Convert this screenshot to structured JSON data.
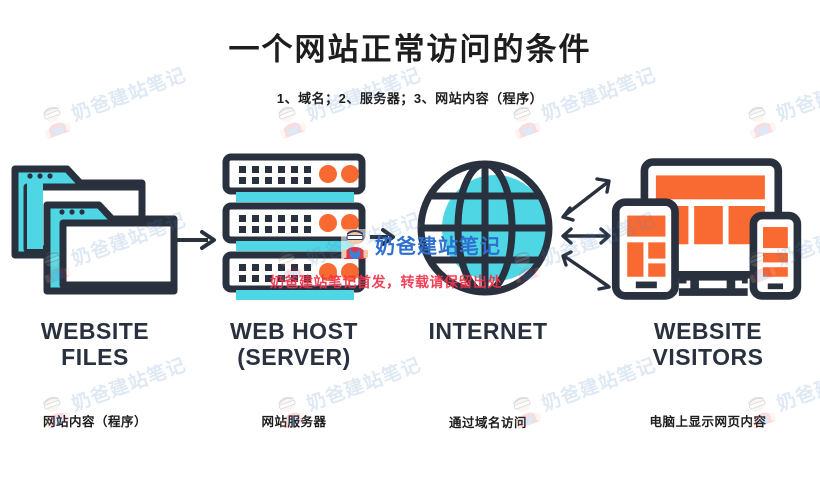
{
  "header": {
    "title": "一个网站正常访问的条件",
    "subtitle": "1、域名；2、服务器；3、网站内容（程序）"
  },
  "colors": {
    "cyan": "#4FD6E4",
    "orange": "#F96A32",
    "navy": "#29313F",
    "watermark_blue": "#4A7FBF",
    "notice_red": "#F0334A",
    "background": "#FFFFFF"
  },
  "columns": [
    {
      "key": "website-files",
      "icon": "stacked-folders-icon",
      "caption_en_line1": "WEBSITE",
      "caption_en_line2": "FILES",
      "caption_zh": "网站内容（程序）"
    },
    {
      "key": "web-host",
      "icon": "server-rack-icon",
      "caption_en_line1": "WEB HOST",
      "caption_en_line2": "(SERVER)",
      "caption_zh": "网站服务器"
    },
    {
      "key": "internet",
      "icon": "globe-icon",
      "caption_en_line1": "INTERNET",
      "caption_en_line2": "",
      "caption_zh": "通过域名访问"
    },
    {
      "key": "website-visitors",
      "icon": "devices-icon",
      "caption_en_line1": "WEBSITE",
      "caption_en_line2": "VISITORS",
      "caption_zh": "电脑上显示网页内容"
    }
  ],
  "arrows": {
    "files_to_host": "single-right-arrow",
    "host_to_internet": "single-right-arrow",
    "internet_to_visitors": "triple-double-headed-arrows"
  },
  "watermark": {
    "brand": "奶爸建站笔记",
    "notice": "奶爸建站笔记首发，转载请保留出处",
    "logo": "mascot-avatar-icon"
  }
}
